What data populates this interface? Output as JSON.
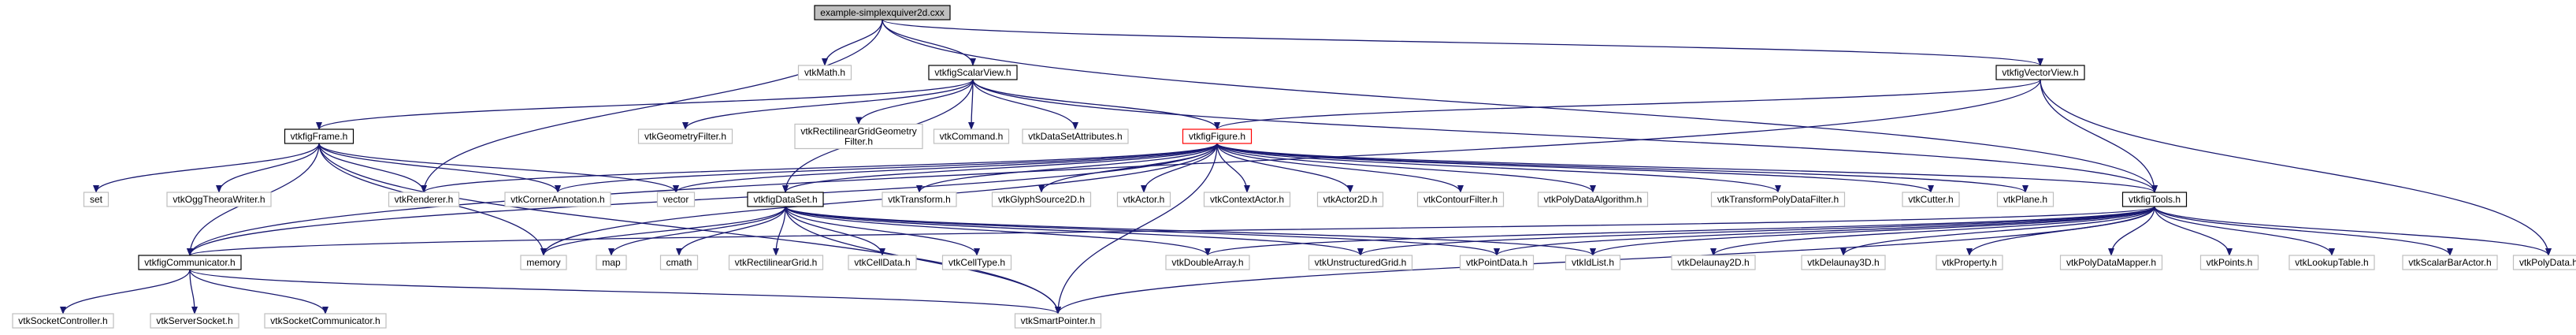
{
  "nodes": [
    {
      "id": "root",
      "label": "example-simplexquiver2d.cxx",
      "style": "root"
    },
    {
      "id": "vmath",
      "label": "vtkMath.h",
      "style": "leaf"
    },
    {
      "id": "ssv",
      "label": "vtkfigScalarView.h",
      "style": "doc"
    },
    {
      "id": "vecv",
      "label": "vtkfigVectorView.h",
      "style": "doc"
    },
    {
      "id": "frame",
      "label": "vtkfigFrame.h",
      "style": "doc"
    },
    {
      "id": "geomf",
      "label": "vtkGeometryFilter.h",
      "style": "leaf"
    },
    {
      "id": "rlgg",
      "label": "vtkRectilinearGridGeometry\nFilter.h",
      "style": "leaf"
    },
    {
      "id": "cmd",
      "label": "vtkCommand.h",
      "style": "leaf"
    },
    {
      "id": "dsa",
      "label": "vtkDataSetAttributes.h",
      "style": "leaf"
    },
    {
      "id": "fig",
      "label": "vtkfigFigure.h",
      "style": "red"
    },
    {
      "id": "set",
      "label": "set",
      "style": "leaf"
    },
    {
      "id": "ogg",
      "label": "vtkOggTheoraWriter.h",
      "style": "leaf"
    },
    {
      "id": "rend",
      "label": "vtkRenderer.h",
      "style": "leaf"
    },
    {
      "id": "corner",
      "label": "vtkCornerAnnotation.h",
      "style": "leaf"
    },
    {
      "id": "vector",
      "label": "vector",
      "style": "leaf"
    },
    {
      "id": "ds",
      "label": "vtkfigDataSet.h",
      "style": "doc"
    },
    {
      "id": "trans",
      "label": "vtkTransform.h",
      "style": "leaf"
    },
    {
      "id": "glyph",
      "label": "vtkGlyphSource2D.h",
      "style": "leaf"
    },
    {
      "id": "actor",
      "label": "vtkActor.h",
      "style": "leaf"
    },
    {
      "id": "cact",
      "label": "vtkContextActor.h",
      "style": "leaf"
    },
    {
      "id": "act2d",
      "label": "vtkActor2D.h",
      "style": "leaf"
    },
    {
      "id": "contf",
      "label": "vtkContourFilter.h",
      "style": "leaf"
    },
    {
      "id": "pda",
      "label": "vtkPolyDataAlgorithm.h",
      "style": "leaf"
    },
    {
      "id": "tpdf",
      "label": "vtkTransformPolyDataFilter.h",
      "style": "leaf"
    },
    {
      "id": "cut",
      "label": "vtkCutter.h",
      "style": "leaf"
    },
    {
      "id": "plane",
      "label": "vtkPlane.h",
      "style": "leaf"
    },
    {
      "id": "tools",
      "label": "vtkfigTools.h",
      "style": "doc"
    },
    {
      "id": "comm",
      "label": "vtkfigCommunicator.h",
      "style": "doc"
    },
    {
      "id": "memory",
      "label": "memory",
      "style": "leaf"
    },
    {
      "id": "map",
      "label": "map",
      "style": "leaf"
    },
    {
      "id": "cmath",
      "label": "cmath",
      "style": "leaf"
    },
    {
      "id": "rgrid",
      "label": "vtkRectilinearGrid.h",
      "style": "leaf"
    },
    {
      "id": "cdata",
      "label": "vtkCellData.h",
      "style": "leaf"
    },
    {
      "id": "ctype",
      "label": "vtkCellType.h",
      "style": "leaf"
    },
    {
      "id": "dbl",
      "label": "vtkDoubleArray.h",
      "style": "leaf"
    },
    {
      "id": "ugrid",
      "label": "vtkUnstructuredGrid.h",
      "style": "leaf"
    },
    {
      "id": "pdata",
      "label": "vtkPointData.h",
      "style": "leaf"
    },
    {
      "id": "idl",
      "label": "vtkIdList.h",
      "style": "leaf"
    },
    {
      "id": "del2",
      "label": "vtkDelaunay2D.h",
      "style": "leaf"
    },
    {
      "id": "del3",
      "label": "vtkDelaunay3D.h",
      "style": "leaf"
    },
    {
      "id": "prop",
      "label": "vtkProperty.h",
      "style": "leaf"
    },
    {
      "id": "pdm",
      "label": "vtkPolyDataMapper.h",
      "style": "leaf"
    },
    {
      "id": "pts",
      "label": "vtkPoints.h",
      "style": "leaf"
    },
    {
      "id": "lut",
      "label": "vtkLookupTable.h",
      "style": "leaf"
    },
    {
      "id": "sba",
      "label": "vtkScalarBarActor.h",
      "style": "leaf"
    },
    {
      "id": "poly",
      "label": "vtkPolyData.h",
      "style": "leaf"
    },
    {
      "id": "sctl",
      "label": "vtkSocketController.h",
      "style": "leaf"
    },
    {
      "id": "ssock",
      "label": "vtkServerSocket.h",
      "style": "leaf"
    },
    {
      "id": "scomm",
      "label": "vtkSocketCommunicator.h",
      "style": "leaf"
    },
    {
      "id": "sptr",
      "label": "vtkSmartPointer.h",
      "style": "leaf"
    }
  ],
  "edges": [
    [
      "root",
      "vmath"
    ],
    [
      "root",
      "ssv"
    ],
    [
      "root",
      "vecv"
    ],
    [
      "root",
      "rend"
    ],
    [
      "root",
      "tools"
    ],
    [
      "ssv",
      "frame"
    ],
    [
      "ssv",
      "geomf"
    ],
    [
      "ssv",
      "rlgg"
    ],
    [
      "ssv",
      "cmd"
    ],
    [
      "ssv",
      "dsa"
    ],
    [
      "ssv",
      "fig"
    ],
    [
      "ssv",
      "ds"
    ],
    [
      "ssv",
      "tools"
    ],
    [
      "vecv",
      "fig"
    ],
    [
      "vecv",
      "tools"
    ],
    [
      "vecv",
      "poly"
    ],
    [
      "vecv",
      "comm"
    ],
    [
      "frame",
      "set"
    ],
    [
      "frame",
      "ogg"
    ],
    [
      "frame",
      "rend"
    ],
    [
      "frame",
      "corner"
    ],
    [
      "frame",
      "vector"
    ],
    [
      "frame",
      "memory"
    ],
    [
      "frame",
      "comm"
    ],
    [
      "frame",
      "sptr"
    ],
    [
      "fig",
      "rend"
    ],
    [
      "fig",
      "corner"
    ],
    [
      "fig",
      "vector"
    ],
    [
      "fig",
      "ds"
    ],
    [
      "fig",
      "trans"
    ],
    [
      "fig",
      "glyph"
    ],
    [
      "fig",
      "actor"
    ],
    [
      "fig",
      "cact"
    ],
    [
      "fig",
      "act2d"
    ],
    [
      "fig",
      "contf"
    ],
    [
      "fig",
      "pda"
    ],
    [
      "fig",
      "tpdf"
    ],
    [
      "fig",
      "cut"
    ],
    [
      "fig",
      "plane"
    ],
    [
      "fig",
      "tools"
    ],
    [
      "fig",
      "comm"
    ],
    [
      "fig",
      "memory"
    ],
    [
      "fig",
      "sptr"
    ],
    [
      "ds",
      "memory"
    ],
    [
      "ds",
      "map"
    ],
    [
      "ds",
      "cmath"
    ],
    [
      "ds",
      "rgrid"
    ],
    [
      "ds",
      "cdata"
    ],
    [
      "ds",
      "ctype"
    ],
    [
      "ds",
      "dbl"
    ],
    [
      "ds",
      "ugrid"
    ],
    [
      "ds",
      "pdata"
    ],
    [
      "ds",
      "idl"
    ],
    [
      "ds",
      "sptr"
    ],
    [
      "tools",
      "comm"
    ],
    [
      "tools",
      "dbl"
    ],
    [
      "tools",
      "ugrid"
    ],
    [
      "tools",
      "pdata"
    ],
    [
      "tools",
      "idl"
    ],
    [
      "tools",
      "del2"
    ],
    [
      "tools",
      "del3"
    ],
    [
      "tools",
      "prop"
    ],
    [
      "tools",
      "pdm"
    ],
    [
      "tools",
      "pts"
    ],
    [
      "tools",
      "lut"
    ],
    [
      "tools",
      "sba"
    ],
    [
      "tools",
      "poly"
    ],
    [
      "tools",
      "sptr"
    ],
    [
      "comm",
      "sctl"
    ],
    [
      "comm",
      "ssock"
    ],
    [
      "comm",
      "scomm"
    ],
    [
      "comm",
      "sptr"
    ]
  ],
  "colors": {
    "edge": "#191970",
    "root_fill": "#bfbfbf",
    "root_stroke": "#000000",
    "doc_fill": "#ffffff",
    "doc_stroke": "#000000",
    "red_stroke": "#ff0000",
    "leaf_stroke": "#bfbfbf"
  }
}
